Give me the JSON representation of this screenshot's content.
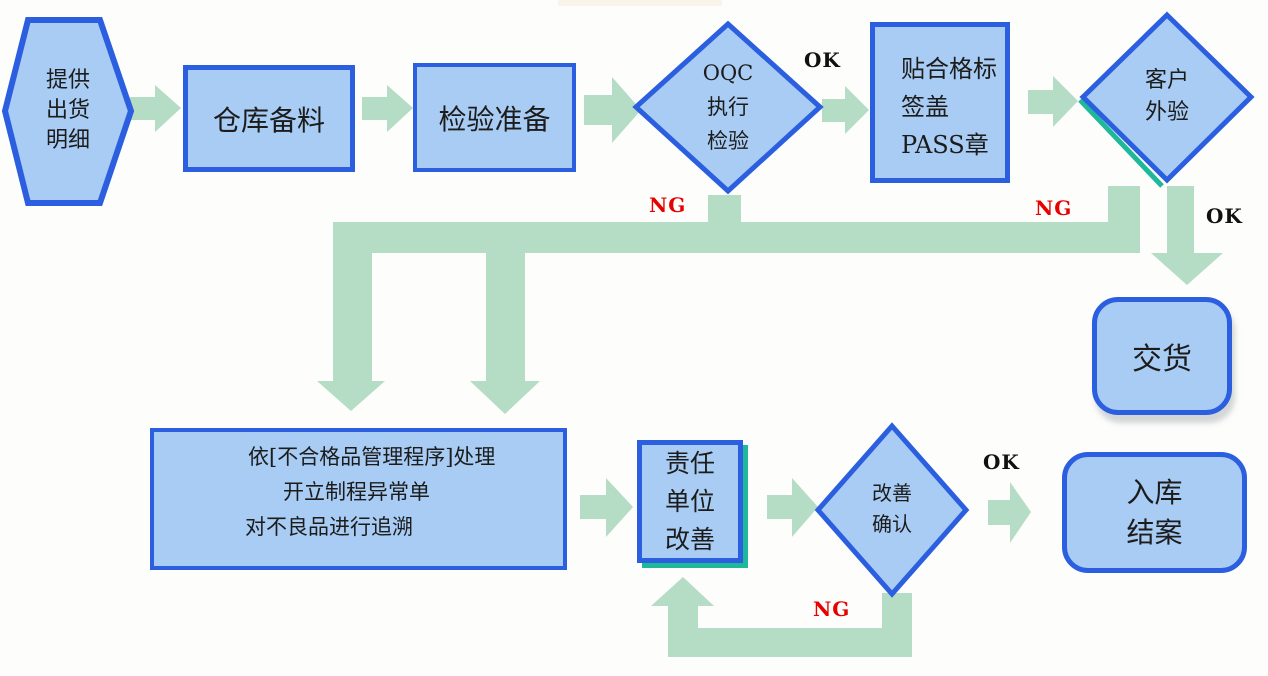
{
  "colors": {
    "node-border": "#2b5fdf",
    "node-fill": "#a8ccf3",
    "arrow-green": "#b5dcc5",
    "ng-red": "#e60000",
    "ok-black": "#111111",
    "teal-accent": "#1fb89a",
    "background": "#fdfdfc",
    "ink": "#1c1c1c"
  },
  "nodes": {
    "provide_shipping_details": {
      "lines": [
        "提供",
        "出货",
        "明细"
      ]
    },
    "warehouse_material_prep": {
      "label": "仓库备料"
    },
    "inspection_prep": {
      "label": "检验准备"
    },
    "oqc_inspection": {
      "lines": [
        "OQC",
        "执行",
        "检验"
      ]
    },
    "pass_stamp": {
      "lines": [
        "贴合格标",
        "签盖",
        "PASS章"
      ]
    },
    "customer_inspection": {
      "lines": [
        "客户",
        "外验"
      ]
    },
    "delivery": {
      "label": "交货"
    },
    "nonconforming_handling": {
      "lines": [
        "依[不合格品管理程序]处理",
        "开立制程异常单",
        "对不良品进行追溯"
      ]
    },
    "responsible_unit_improve": {
      "lines": [
        "责任",
        "单位",
        "改善"
      ]
    },
    "improvement_confirm": {
      "lines": [
        "改善",
        "确认"
      ]
    },
    "warehouse_closure": {
      "lines": [
        "入库",
        "结案"
      ]
    }
  },
  "labels": {
    "oqc_ok": "OK",
    "oqc_ng": "NG",
    "customer_ng": "NG",
    "customer_ok": "OK",
    "confirm_ok": "OK",
    "confirm_ng": "NG"
  }
}
